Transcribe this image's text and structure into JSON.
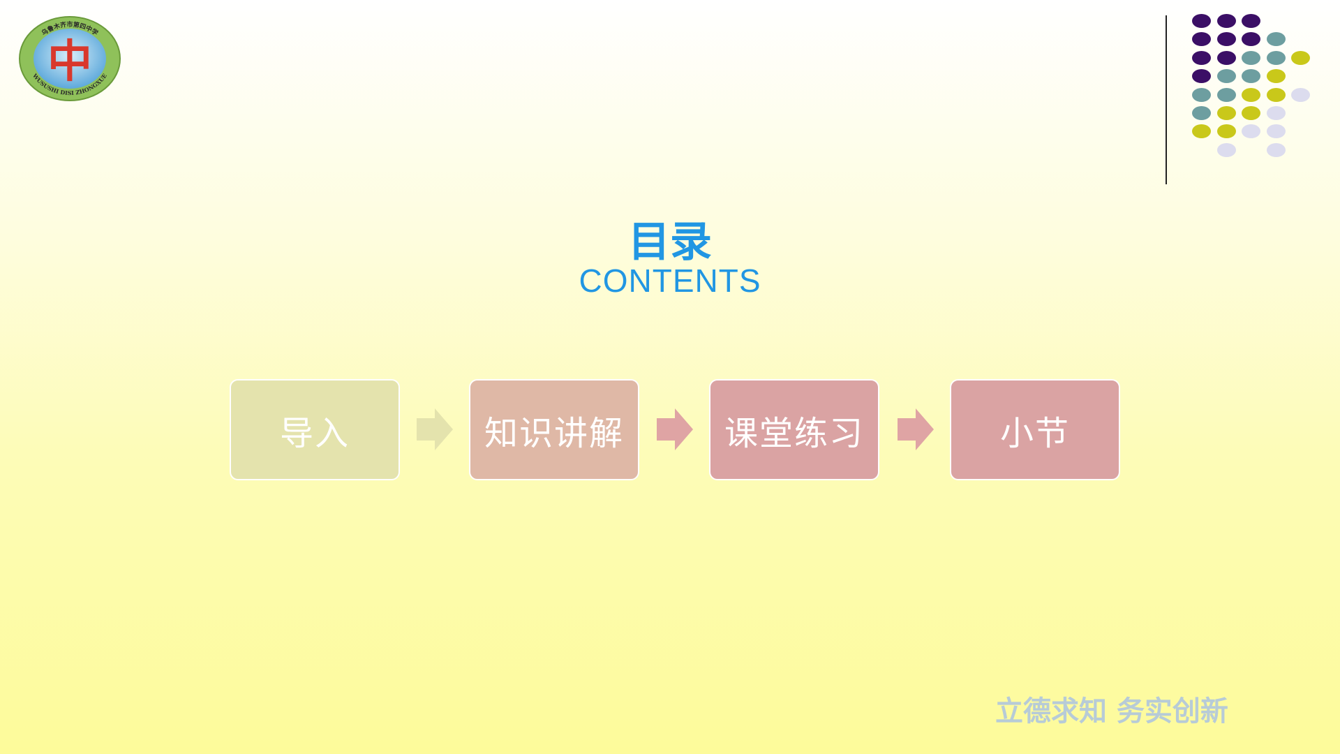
{
  "logo": {
    "symbol": "中",
    "arc_text_top": "乌鲁木齐市第四中学",
    "arc_text_bottom": "WUSUSHI DISI ZHONGXUE"
  },
  "title": "目录",
  "subtitle": "CONTENTS",
  "steps": [
    {
      "label": "导入",
      "color": "#e4e3ad"
    },
    {
      "label": "知识讲解",
      "color": "#dfb8a6"
    },
    {
      "label": "课堂练习",
      "color": "#daa3a3"
    },
    {
      "label": "小节",
      "color": "#daa3a3"
    }
  ],
  "arrow_colors": [
    "#e4e3ad",
    "#dfa4a4",
    "#dfa4a4"
  ],
  "motto": "立德求知 务实创新",
  "colors": {
    "accent": "#2196e3",
    "dot_purple": "#3b0f66",
    "dot_teal": "#6d9ea0",
    "dot_yellow": "#c9c81a",
    "dot_lavender": "#dcdcee"
  }
}
